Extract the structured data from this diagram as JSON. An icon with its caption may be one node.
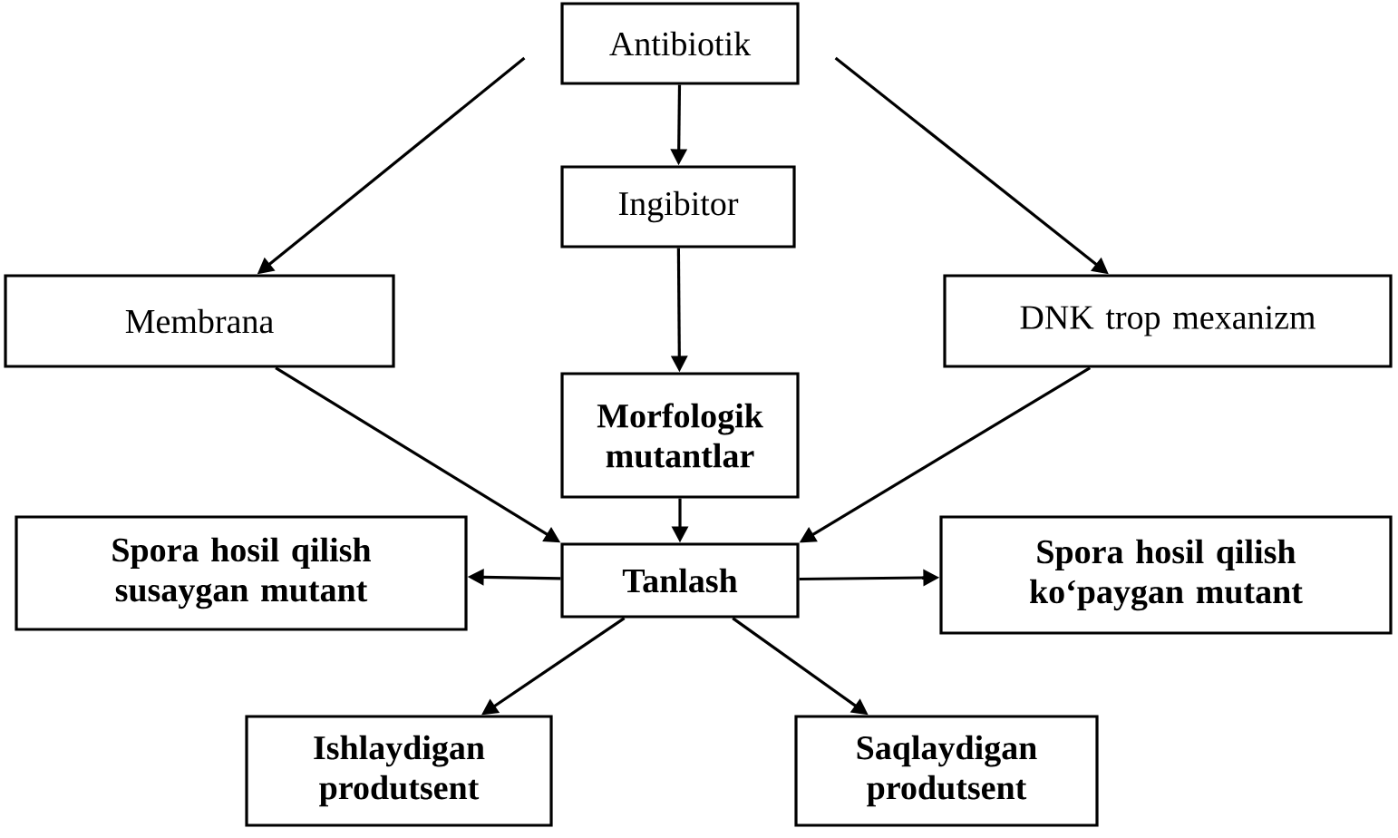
{
  "diagram": {
    "nodes": [
      {
        "text": [
          "Antibiotik"
        ]
      },
      {
        "text": [
          "Ingibitor"
        ]
      },
      {
        "text": [
          "Membrana"
        ]
      },
      {
        "text": [
          "DNK trop mexanizm"
        ]
      },
      {
        "text": [
          "Morfologik mutantlar"
        ]
      },
      {
        "text": [
          "Spora hosil qilish susaygan mutant"
        ]
      },
      {
        "text": [
          "Tanlash"
        ]
      },
      {
        "text": [
          "Spora hosil qilish ko‘paygan mutant"
        ]
      },
      {
        "text": [
          "Ishlaydigan produtsent"
        ]
      },
      {
        "text": [
          "Saqlaydigan produtsent"
        ]
      }
    ],
    "edges": [
      {
        "from": 0,
        "to": 1,
        "arrow": "to"
      },
      {
        "from": 0,
        "to": 2,
        "arrow": "to"
      },
      {
        "from": 0,
        "to": 3,
        "arrow": "to"
      },
      {
        "from": 1,
        "to": 4,
        "arrow": "to"
      },
      {
        "from": 2,
        "to": 6,
        "arrow": "to"
      },
      {
        "from": 4,
        "to": 6,
        "arrow": "to"
      },
      {
        "from": 3,
        "to": 6,
        "arrow": "to"
      },
      {
        "from": 6,
        "to": 5,
        "arrow": "to"
      },
      {
        "from": 6,
        "to": 7,
        "arrow": "to"
      },
      {
        "from": 6,
        "to": 8,
        "arrow": "to"
      },
      {
        "from": 6,
        "to": 9,
        "arrow": "to"
      }
    ]
  }
}
